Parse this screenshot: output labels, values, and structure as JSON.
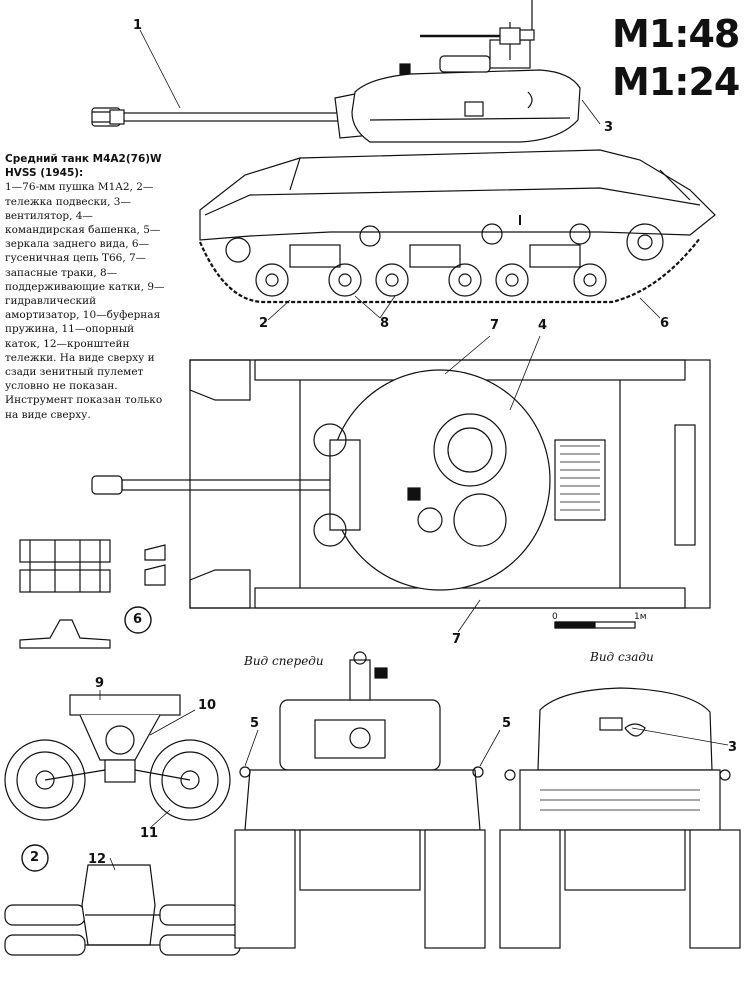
{
  "scales": {
    "primary": "M1:48",
    "secondary": "M1:24"
  },
  "caption": {
    "title": "Средний танк M4A2(76)W HVSS (1945):",
    "body": "1—76-мм пушка M1A2, 2—тележка подвески, 3—вентилятор, 4—командирская башенка, 5—зеркала заднего вида, 6—гусеничная цепь T66, 7—запасные траки, 8—поддерживающие катки, 9—гидравлический амортизатор, 10—буферная пружина, 11—опорный каток, 12—кронштейн тележки. На виде сверху и сзади зенитный пулемет условно не показан. Инструмент показан только на виде сверху."
  },
  "views": {
    "front": "Вид спереди",
    "rear": "Вид сзади"
  },
  "scale_bar": {
    "zero": "0",
    "one": "1м"
  },
  "callouts": {
    "c1": "1",
    "c2": "2",
    "c3": "3",
    "c4": "4",
    "c5a": "5",
    "c5b": "5",
    "c6": "6",
    "c7a": "7",
    "c7b": "7",
    "c8": "8",
    "c9": "9",
    "c10": "10",
    "c11": "11",
    "c12": "12",
    "c3b": "3",
    "c6circle": "6",
    "c2circle": "2"
  }
}
